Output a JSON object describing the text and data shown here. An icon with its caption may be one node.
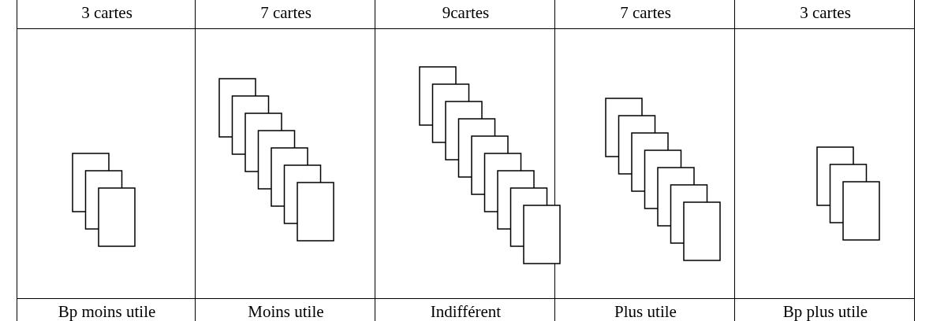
{
  "diagram": {
    "labels": [
      "3 cartes",
      "7 cartes",
      "9cartes",
      "7 cartes",
      "3 cartes",
      "Bp moins utile",
      "Moins utile",
      "Indifférent",
      "Plus utile",
      "Bp plus utile"
    ]
  }
}
